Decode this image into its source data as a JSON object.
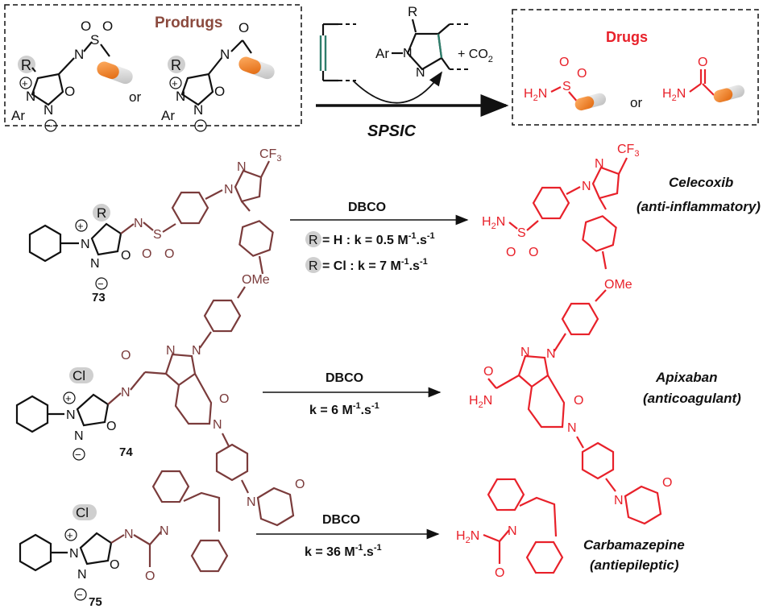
{
  "header": {
    "prodrugs_title": "Prodrugs",
    "drugs_title": "Drugs",
    "or_left": "or",
    "or_right": "or",
    "spsic_label": "SPSIC",
    "co2_label": "+ CO",
    "co2_sub": "2"
  },
  "atoms": {
    "R": "R",
    "Ar": "Ar",
    "N": "N",
    "O": "O",
    "S": "S",
    "Cl": "Cl",
    "H2N": "H",
    "H2N_sub": "2",
    "H2N_N": "N",
    "CF3": "CF",
    "CF3_sub": "3",
    "OMe": "OMe",
    "plus": "+",
    "minus": "−"
  },
  "reactions": [
    {
      "compound": "73",
      "reagent": "DBCO",
      "rates": [
        {
          "R": "R",
          "text": "= H : k = 0.5 M",
          "sup1": "-1",
          "mid": ".s",
          "sup2": "-1"
        },
        {
          "R": "R",
          "text": "= Cl : k = 7 M",
          "sup1": "-1",
          "mid": ".s",
          "sup2": "-1"
        }
      ],
      "drug_name": "Celecoxib",
      "drug_class": "(anti-inflammatory)"
    },
    {
      "compound": "74",
      "reagent": "DBCO",
      "rate": {
        "text": "k = 6 M",
        "sup1": "-1",
        "mid": ".s",
        "sup2": "-1"
      },
      "drug_name": "Apixaban",
      "drug_class": "(anticoagulant)"
    },
    {
      "compound": "75",
      "reagent": "DBCO",
      "rate": {
        "text": "k = 36 M",
        "sup1": "-1",
        "mid": ".s",
        "sup2": "-1"
      },
      "drug_name": "Carbamazepine",
      "drug_class": "(antiepileptic)"
    }
  ],
  "colors": {
    "prodrug": "#7a3b3b",
    "drug": "#e8212a",
    "alkyne": "#2e7d6b",
    "capsule": "#f07c1e"
  }
}
